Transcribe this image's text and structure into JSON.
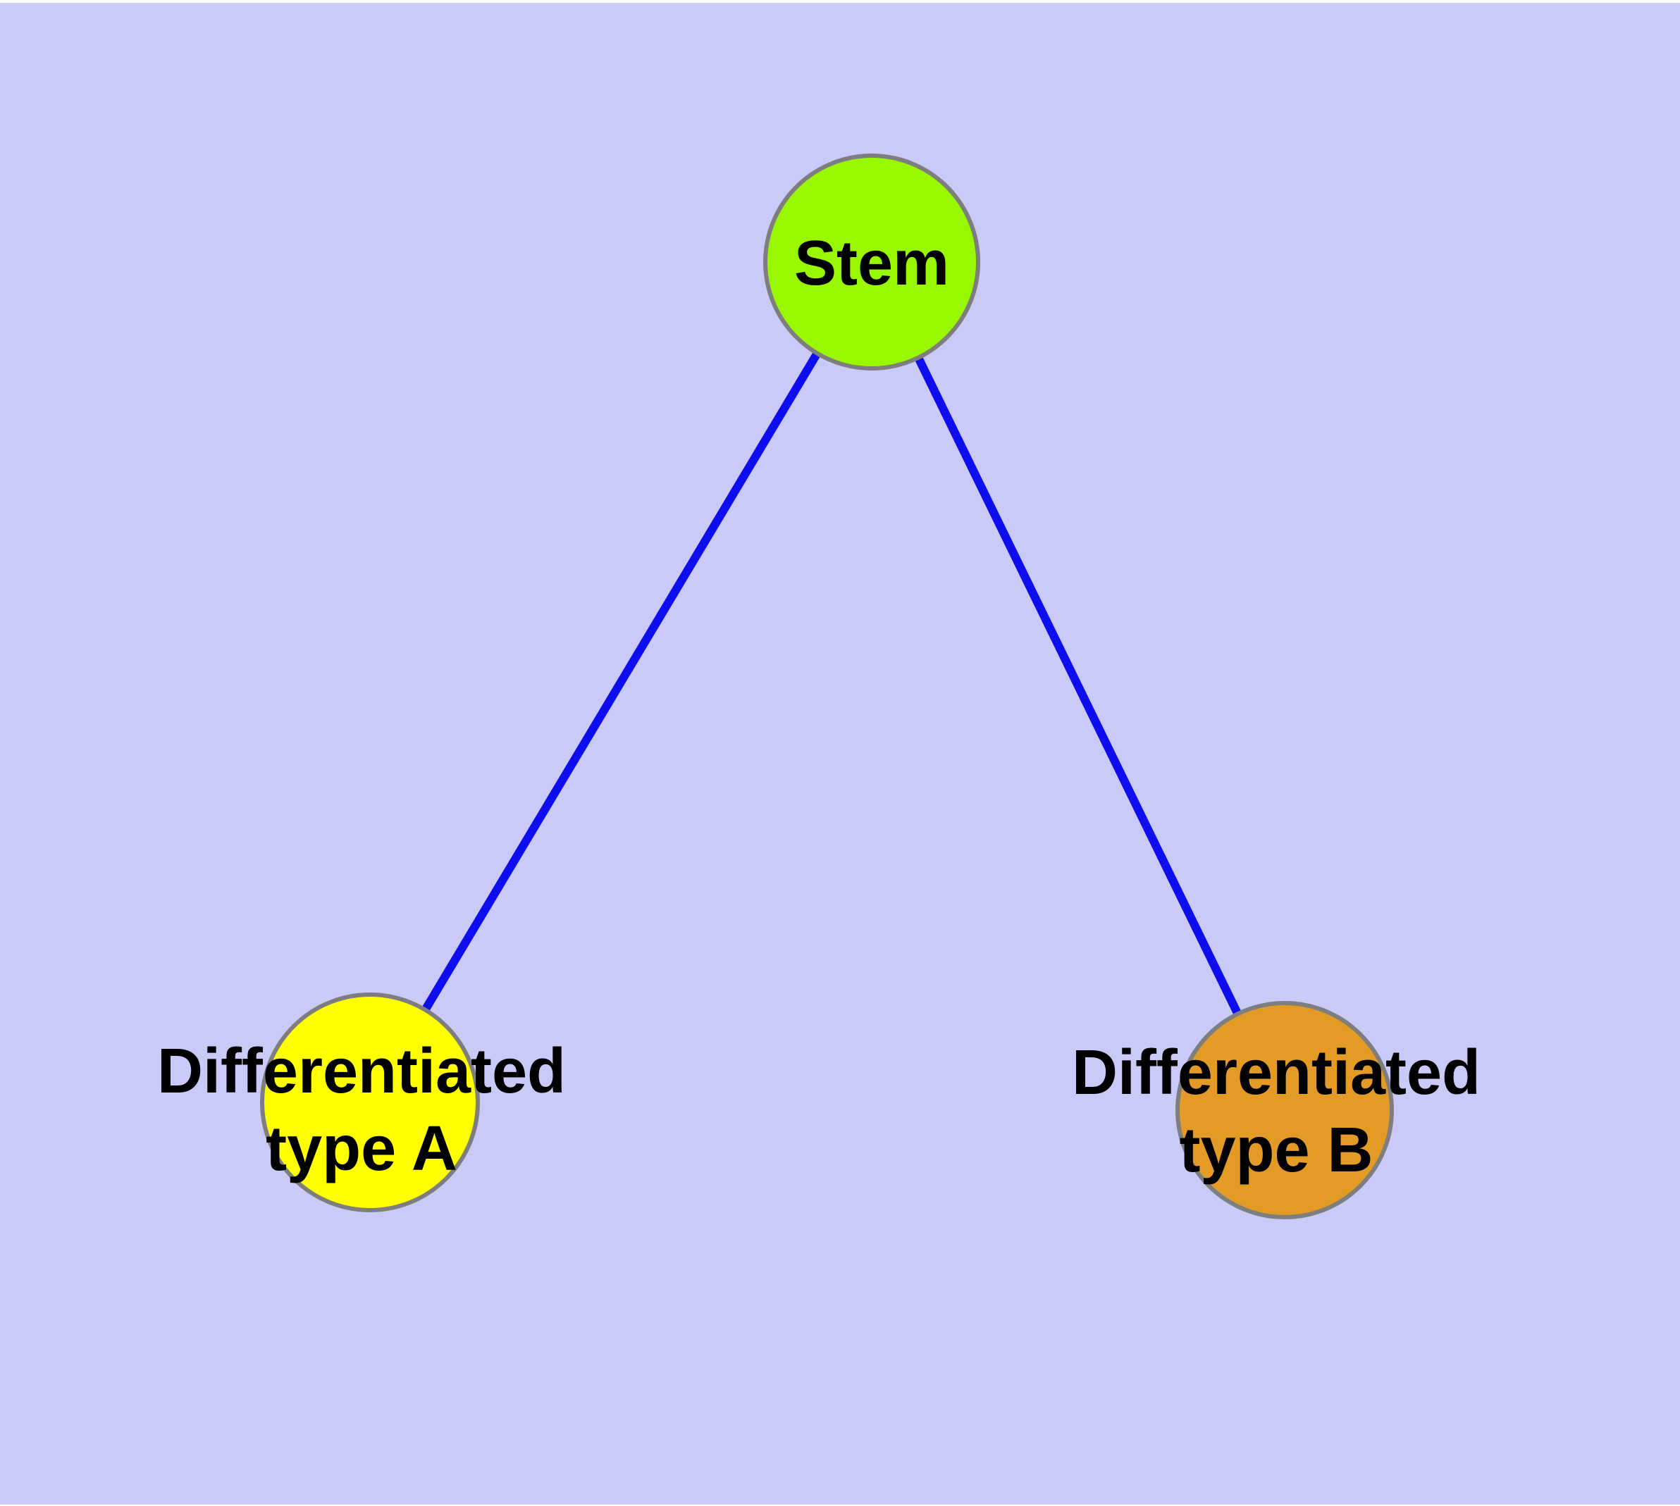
{
  "diagram": {
    "type": "node-link graph",
    "colors": {
      "background": "#cacaf8",
      "edge": "#0d0df0",
      "node_border": "#7e7e7e",
      "label_text": "#000000"
    },
    "nodes": {
      "stem": {
        "label": "Stem",
        "fill": "#99f800"
      },
      "type_a": {
        "label_line1": "Differentiated",
        "label_line2": "type A",
        "label_full": "Differentiated type A",
        "fill": "#ffff00"
      },
      "type_b": {
        "label_line1": "Differentiated",
        "label_line2": "type B",
        "label_full": "Differentiated type B",
        "fill": "#e49b26"
      }
    },
    "edges": [
      {
        "from": "Stem",
        "to": "Differentiated type A"
      },
      {
        "from": "Stem",
        "to": "Differentiated type B"
      }
    ]
  }
}
